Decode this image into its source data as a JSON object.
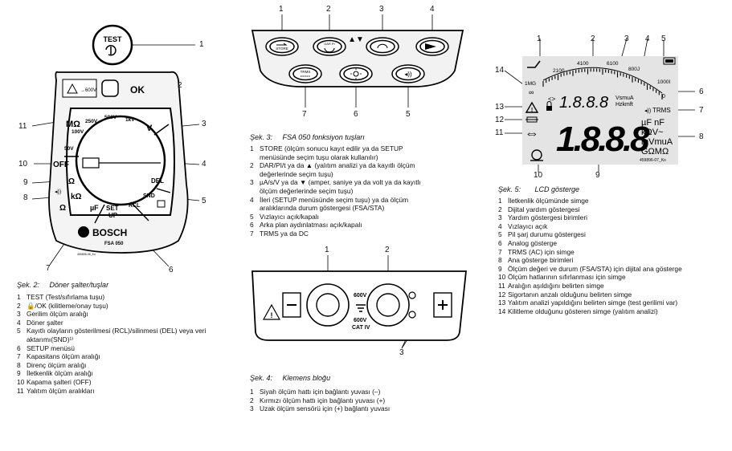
{
  "fig2": {
    "callouts": [
      "1",
      "2",
      "3",
      "4",
      "5",
      "6",
      "7",
      "8",
      "9",
      "10",
      "11"
    ],
    "device": {
      "test_button": "TEST",
      "ok_label": "OK",
      "mohm_label": "MΩ",
      "v_label": "V",
      "off_label": "OFF",
      "ohm_label": "Ω",
      "kohm_label": "kΩ",
      "uf_label": "µF",
      "setup_label": "SET\nUP",
      "rcl_label": "RCL",
      "snd_label": "SND",
      "del_label": "DEL",
      "volts": [
        "50V",
        "100V",
        "250V",
        "500V",
        "1kV"
      ],
      "brand": "BOSCH",
      "model": "FSA 050",
      "code": "459895-06_Ko"
    },
    "caption_num": "Şek. 2:",
    "caption_title": "Döner şalter/tuşlar",
    "items": [
      {
        "n": "1",
        "t": "TEST (Test/sıfırlama tuşu)"
      },
      {
        "n": "2",
        "t": "🔒/OK (kilitleme/onay tuşu)"
      },
      {
        "n": "3",
        "t": "Gerilim ölçüm aralığı"
      },
      {
        "n": "4",
        "t": "Döner şalter"
      },
      {
        "n": "5",
        "t": "Kayıtlı olayların gösterilmesi (RCL)/silinmesi (DEL) veya veri aktarımı(SND)¹⁾"
      },
      {
        "n": "6",
        "t": "SETUP menüsü"
      },
      {
        "n": "7",
        "t": "Kapasitans ölçüm aralığı"
      },
      {
        "n": "8",
        "t": "Direnç ölçüm aralığı"
      },
      {
        "n": "9",
        "t": "İletkenlik ölçüm aralığı"
      },
      {
        "n": "10",
        "t": "Kapama şalteri (OFF)"
      },
      {
        "n": "11",
        "t": "Yalıtım ölçüm aralıkları"
      }
    ]
  },
  "fig3": {
    "callouts": [
      "1",
      "2",
      "3",
      "4",
      "5",
      "6",
      "7"
    ],
    "button_labels": [
      "STORE",
      "DAR PI",
      "",
      "",
      "TRMS",
      "",
      ""
    ],
    "caption_num": "Şek. 3:",
    "caption_title": "FSA 050 fonksiyon tuşları",
    "items": [
      {
        "n": "1",
        "t": "STORE (ölçüm sonucu kayıt edilir ya da SETUP menüsünde seçim tuşu olarak kullanılır)"
      },
      {
        "n": "2",
        "t": "DAR/PI/t ya da ▲ (yalıtım analizi ya da kayıtlı ölçüm değerlerinde seçim tuşu)"
      },
      {
        "n": "3",
        "t": "µA/s/V ya da ▼ (amper, saniye ya da volt ya da kayıtlı ölçüm değerlerinde seçim tuşu)"
      },
      {
        "n": "4",
        "t": "İleri (SETUP menüsünde seçim tuşu) ya da ölçüm aralıklarında durum göstergesi (FSA/STA)"
      },
      {
        "n": "5",
        "t": "Vızlayıcı açık/kapalı"
      },
      {
        "n": "6",
        "t": "Arka plan aydınlatması açık/kapalı"
      },
      {
        "n": "7",
        "t": "TRMS ya da DC"
      }
    ]
  },
  "fig4": {
    "callouts": [
      "1",
      "2",
      "3"
    ],
    "terminal_600v_a": "600V",
    "terminal_600v_b": "600V",
    "cat": "CAT IV",
    "caption_num": "Şek. 4:",
    "caption_title": "Klemens bloğu",
    "items": [
      {
        "n": "1",
        "t": "Siyah ölçüm hattı için bağlantı yuvası (–)"
      },
      {
        "n": "2",
        "t": "Kırmızı ölçüm hattı için bağlantı yuvası (+)"
      },
      {
        "n": "3",
        "t": "Uzak ölçüm sensörü için (+) bağlantı yuvası"
      }
    ]
  },
  "fig5": {
    "callouts": [
      "1",
      "2",
      "3",
      "4",
      "5",
      "6",
      "7",
      "8",
      "9",
      "10",
      "11",
      "12",
      "13",
      "14"
    ],
    "scale": [
      "1MG",
      "2100",
      "4100",
      "6100",
      "800J",
      "1000I",
      "0",
      "∞"
    ],
    "small_digits": "1.8.8.8",
    "small_units": "VsmuA\nHzkmft",
    "big_digits": "1.8.8.8",
    "trms": "TRMS",
    "units_big": [
      "µF nF",
      "kΩV~",
      "mVmuA",
      "GΩMΩ"
    ],
    "code": "459896-07_Ko",
    "caption_num": "Şek. 5:",
    "caption_title": "LCD gösterge",
    "items": [
      {
        "n": "1",
        "t": "İletkenlik ölçümünde simge"
      },
      {
        "n": "2",
        "t": "Dijital yardım göstergesi"
      },
      {
        "n": "3",
        "t": "Yardım göstergesi birimleri"
      },
      {
        "n": "4",
        "t": "Vızlayıcı açık"
      },
      {
        "n": "5",
        "t": "Pil şarj durumu göstergesi"
      },
      {
        "n": "6",
        "t": "Analog gösterge"
      },
      {
        "n": "7",
        "t": "TRMS (AC) için simge"
      },
      {
        "n": "8",
        "t": "Ana gösterge birimleri"
      },
      {
        "n": "9",
        "t": "Ölçüm değeri ve durum (FSA/STA) için dijital ana gösterge"
      },
      {
        "n": "10",
        "t": "Ölçüm hatlarının sıfırlanması için simge"
      },
      {
        "n": "11",
        "t": "Aralığın aşıldığını belirten simge"
      },
      {
        "n": "12",
        "t": "Sigortanın anzalı olduğunu belirten simge"
      },
      {
        "n": "13",
        "t": "Yalıtım analizi yapıldığını belirten simge (test gerilimi var)"
      },
      {
        "n": "14",
        "t": "Kilitleme olduğunu gösteren simge (yalıtım analizi)"
      }
    ]
  }
}
